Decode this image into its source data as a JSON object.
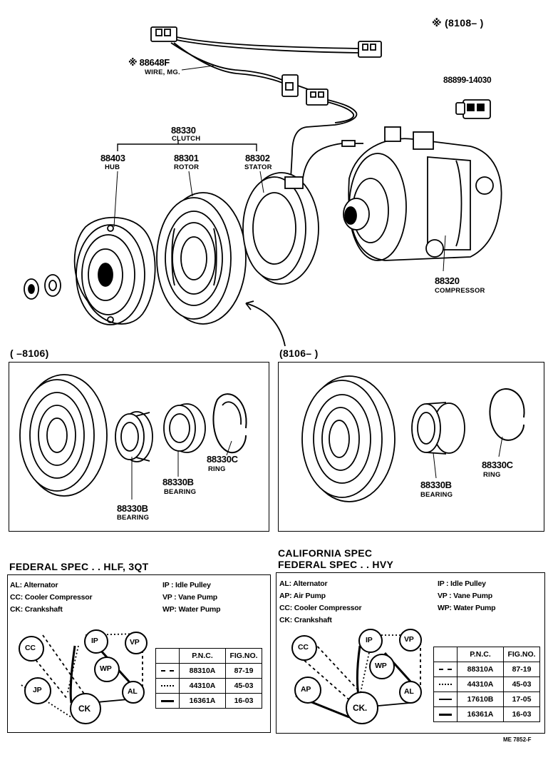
{
  "top": {
    "date_range": "※ (8108–      )",
    "wire": {
      "part": "※ 88648F",
      "name": "WIRE, MG."
    },
    "part_88899": "88899-14030",
    "clutch": {
      "part": "88330",
      "name": "CLUTCH"
    },
    "hub": {
      "part": "88403",
      "name": "HUB"
    },
    "rotor": {
      "part": "88301",
      "name": "ROTOR"
    },
    "stator": {
      "part": "88302",
      "name": "STATOR"
    },
    "compressor": {
      "part": "88320",
      "name": "COMPRESSOR"
    }
  },
  "left_variant": {
    "range": "(       –8106)",
    "ring": {
      "part": "88330C",
      "name": "RING"
    },
    "bearing1": {
      "part": "88330B",
      "name": "BEARING"
    },
    "bearing2": {
      "part": "88330B",
      "name": "BEARING"
    }
  },
  "right_variant": {
    "range": "(8106–       )",
    "ring": {
      "part": "88330C",
      "name": "RING"
    },
    "bearing": {
      "part": "88330B",
      "name": "BEARING"
    }
  },
  "left_spec": {
    "title": "FEDERAL  SPEC . . HLF,  3QT",
    "legend_left": [
      "AL: Alternator",
      "CC: Cooler Compressor",
      "CK: Crankshaft"
    ],
    "legend_right": [
      "IP  :  Idle Pulley",
      "VP  :  Vane Pump",
      "WP:  Water Pump"
    ],
    "pulleys": {
      "cc": "CC",
      "ip1": "IP",
      "vp": "VP",
      "wp": "WP",
      "jp": "JP",
      "al": "AL",
      "ck": "CK"
    },
    "table_headers": [
      "P.N.C.",
      "FIG.NO."
    ],
    "table_rows": [
      {
        "pnc": "88310A",
        "fig": "87-19"
      },
      {
        "pnc": "44310A",
        "fig": "45-03"
      },
      {
        "pnc": "16361A",
        "fig": "16-03"
      }
    ]
  },
  "right_spec": {
    "title1": "CALIFORNIA  SPEC",
    "title2": "FEDERAL  SPEC . . HVY",
    "legend_left": [
      "AL: Alternator",
      "AP: Air Pump",
      "CC: Cooler Compressor",
      "CK: Crankshaft"
    ],
    "legend_right": [
      "IP  :  Idle Pulley",
      "VP  :  Vane Pump",
      "WP:  Water Pump"
    ],
    "pulleys": {
      "cc": "CC",
      "ip": "IP",
      "vp": "VP",
      "wp": "WP",
      "ap": "AP",
      "al": "AL",
      "ck": "CK."
    },
    "table_headers": [
      "P.N.C.",
      "FIG.NO."
    ],
    "table_rows": [
      {
        "pnc": "88310A",
        "fig": "87-19"
      },
      {
        "pnc": "44310A",
        "fig": "45-03"
      },
      {
        "pnc": "17610B",
        "fig": "17-05"
      },
      {
        "pnc": "16361A",
        "fig": "16-03"
      }
    ]
  },
  "footer_code": "ME  7852-F"
}
